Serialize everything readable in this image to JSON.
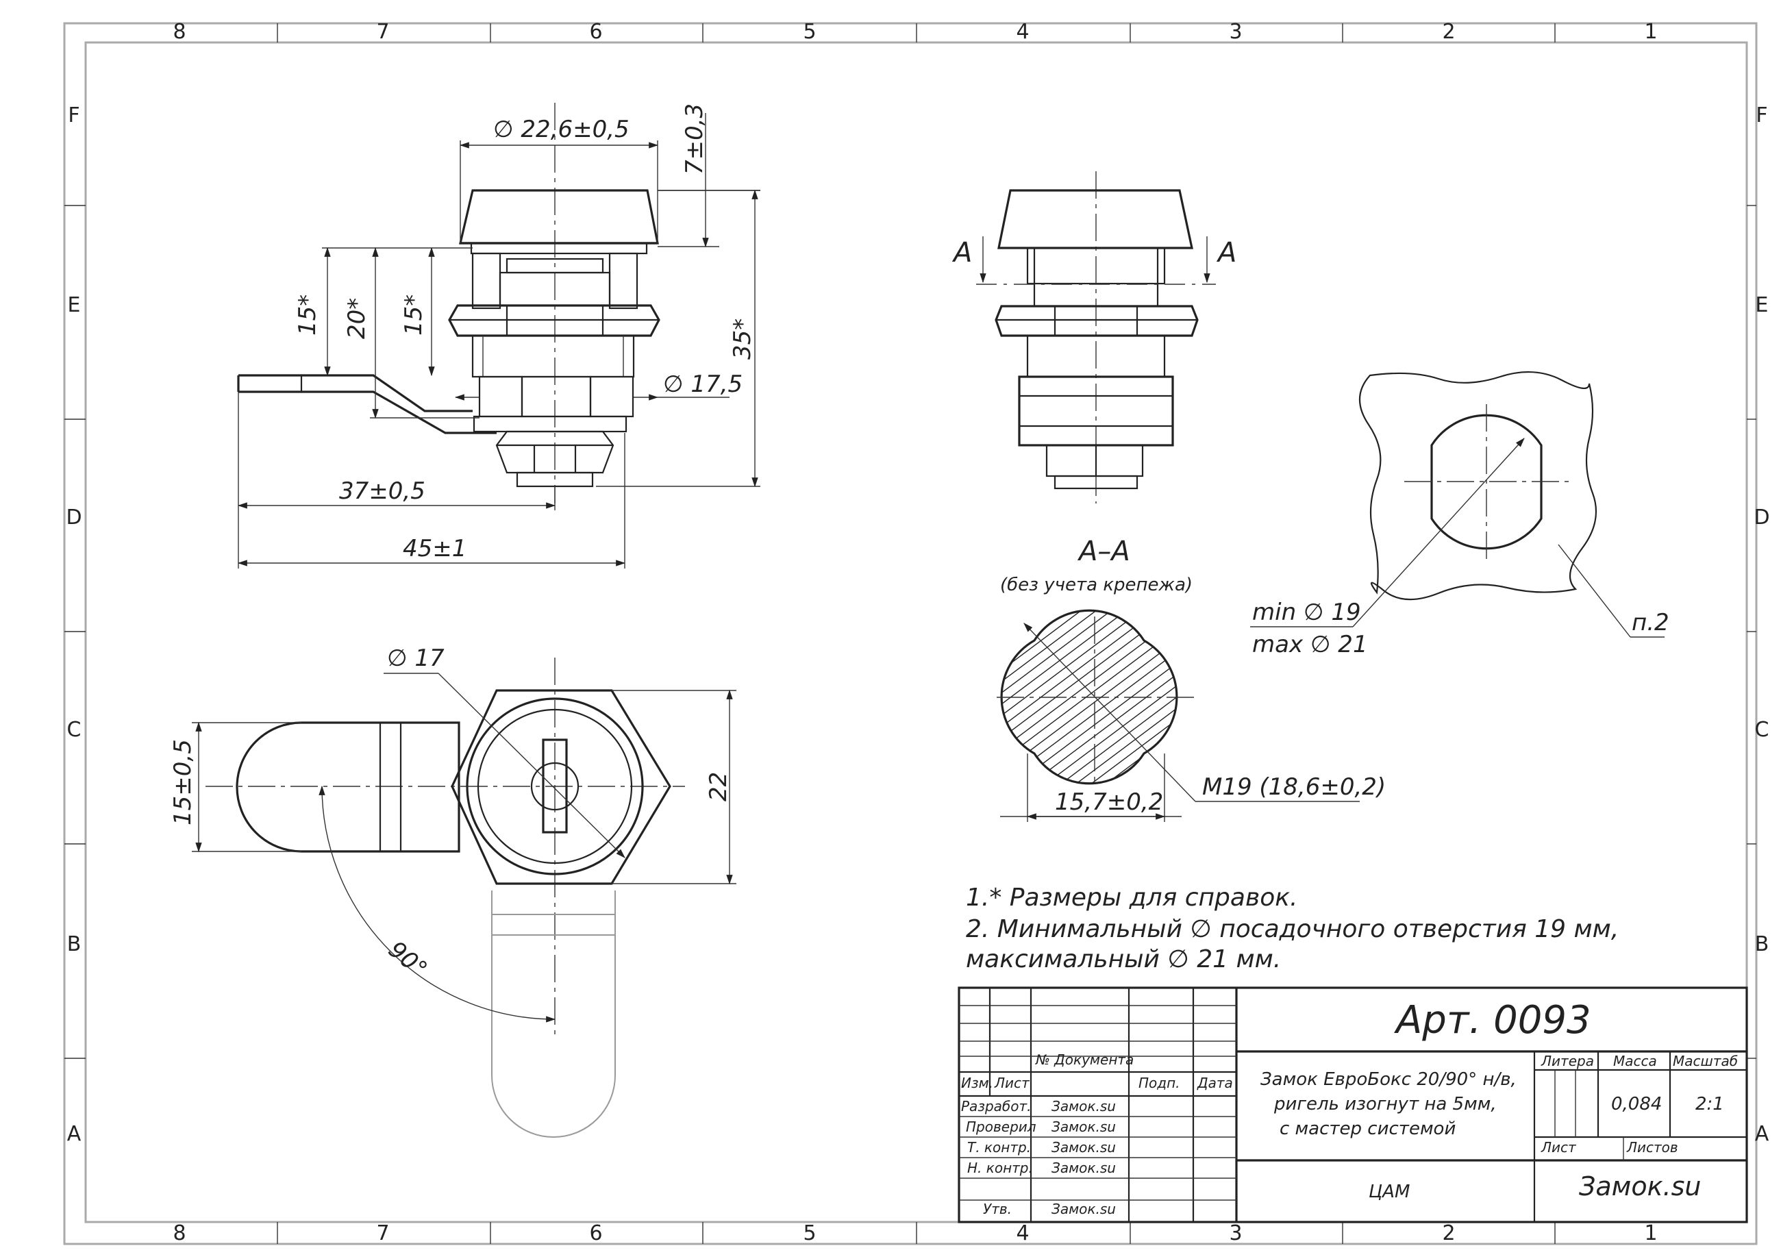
{
  "frame": {
    "columns": [
      "8",
      "7",
      "6",
      "5",
      "4",
      "3",
      "2",
      "1"
    ],
    "rows": [
      "F",
      "E",
      "D",
      "C",
      "B",
      "A"
    ]
  },
  "front_view": {
    "dims": {
      "d_head": "∅ 22,6±0,5",
      "h_head": "7±0,3",
      "h15a": "15*",
      "h20": "20*",
      "h15b": "15*",
      "h35": "35*",
      "d_body": "∅ 17,5",
      "l37": "37±0,5",
      "l45": "45±1"
    }
  },
  "top_view": {
    "dims": {
      "d17": "∅ 17",
      "w15": "15±0,5",
      "w22": "22",
      "angle": "90°"
    }
  },
  "side_view": {
    "section_mark": "A"
  },
  "section_view": {
    "title": "А–А",
    "subtitle": "(без учета крепежа)",
    "dims": {
      "thread": "M19  (18,6±0,2)",
      "flat": "15,7±0,2"
    }
  },
  "hole_view": {
    "dims": {
      "min": "min  ∅ 19",
      "max": "max ∅ 21",
      "note_ref": "п.2"
    }
  },
  "notes": [
    "1.* Размеры для справок.",
    "2. Минимальный ∅ посадочного отверстия 19 мм,",
    "максимальный ∅  21 мм."
  ],
  "title_block": {
    "article": "Арт. 0093",
    "description": [
      "Замок ЕвроБокс 20/90° н/в,",
      "ригель изогнут на 5мм,",
      "с мастер системой"
    ],
    "headers": {
      "izm": "Изм.",
      "list": "Лист",
      "doc_no": "№ Документа",
      "sign": "Подп.",
      "date": "Дата",
      "litera": "Литера",
      "mass": "Масса",
      "scale": "Масштаб",
      "sheet": "Лист",
      "sheets": "Листов"
    },
    "roles": [
      {
        "role": "Разработ.",
        "name": "Замок.su"
      },
      {
        "role": "Проверил",
        "name": "Замок.su"
      },
      {
        "role": "Т. контр.",
        "name": "Замок.su"
      },
      {
        "role": "Н. контр.",
        "name": "Замок.su"
      },
      {
        "role": "Утв.",
        "name": "Замок.su"
      }
    ],
    "mass_value": "0,084",
    "scale_value": "2:1",
    "material": "ЦАМ",
    "company": "Замок.su"
  }
}
